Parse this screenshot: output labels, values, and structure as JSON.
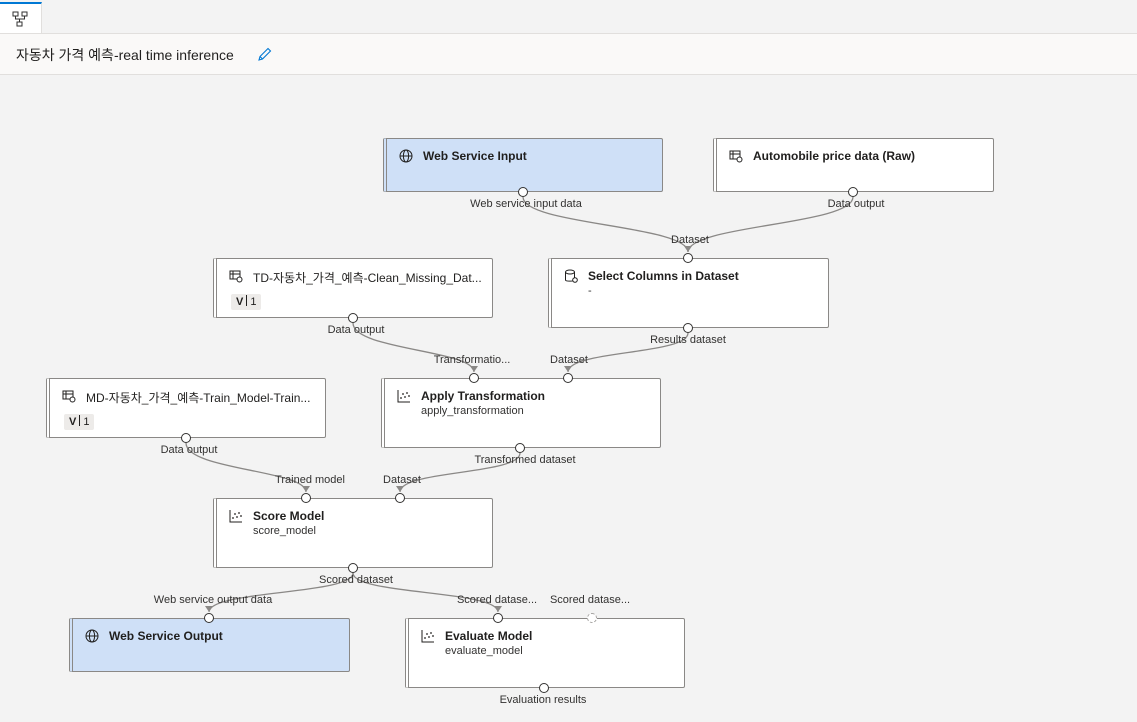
{
  "tab": {
    "icon": "pipeline-icon"
  },
  "title": "자동차 가격 예측-real time inference",
  "edit_icon": "pencil-icon",
  "nodes": {
    "web_service_input": {
      "name": "Web Service Input",
      "icon": "globe-icon"
    },
    "automobile_data": {
      "name": "Automobile price data (Raw)",
      "icon": "dataset-icon"
    },
    "td_clean": {
      "name": "TD-자동차_가격_예측-Clean_Missing_Dat...",
      "icon": "dataset-icon",
      "version_prefix": "V",
      "version": "1"
    },
    "select_columns": {
      "name": "Select Columns in Dataset",
      "icon": "database-gear-icon",
      "subtitle": "-"
    },
    "md_train": {
      "name": "MD-자동차_가격_예측-Train_Model-Train...",
      "icon": "dataset-icon",
      "version_prefix": "V",
      "version": "1"
    },
    "apply_transformation": {
      "name": "Apply Transformation",
      "icon": "module-icon",
      "subtitle": "apply_transformation"
    },
    "score_model": {
      "name": "Score Model",
      "icon": "module-icon",
      "subtitle": "score_model"
    },
    "web_service_output": {
      "name": "Web Service Output",
      "icon": "globe-icon"
    },
    "evaluate_model": {
      "name": "Evaluate Model",
      "icon": "module-icon",
      "subtitle": "evaluate_model"
    }
  },
  "ports": {
    "wsi_out": "Web service input data",
    "auto_out": "Data output",
    "select_in": "Dataset",
    "td_out": "Data output",
    "select_out": "Results dataset",
    "apply_in1": "Transformatio...",
    "apply_in2": "Dataset",
    "md_out": "Data output",
    "apply_out": "Transformed dataset",
    "score_in1": "Trained model",
    "score_in2": "Dataset",
    "score_out": "Scored dataset",
    "wso_in": "Web service output data",
    "eval_in1": "Scored datase...",
    "eval_in2": "Scored datase...",
    "eval_out": "Evaluation results"
  }
}
